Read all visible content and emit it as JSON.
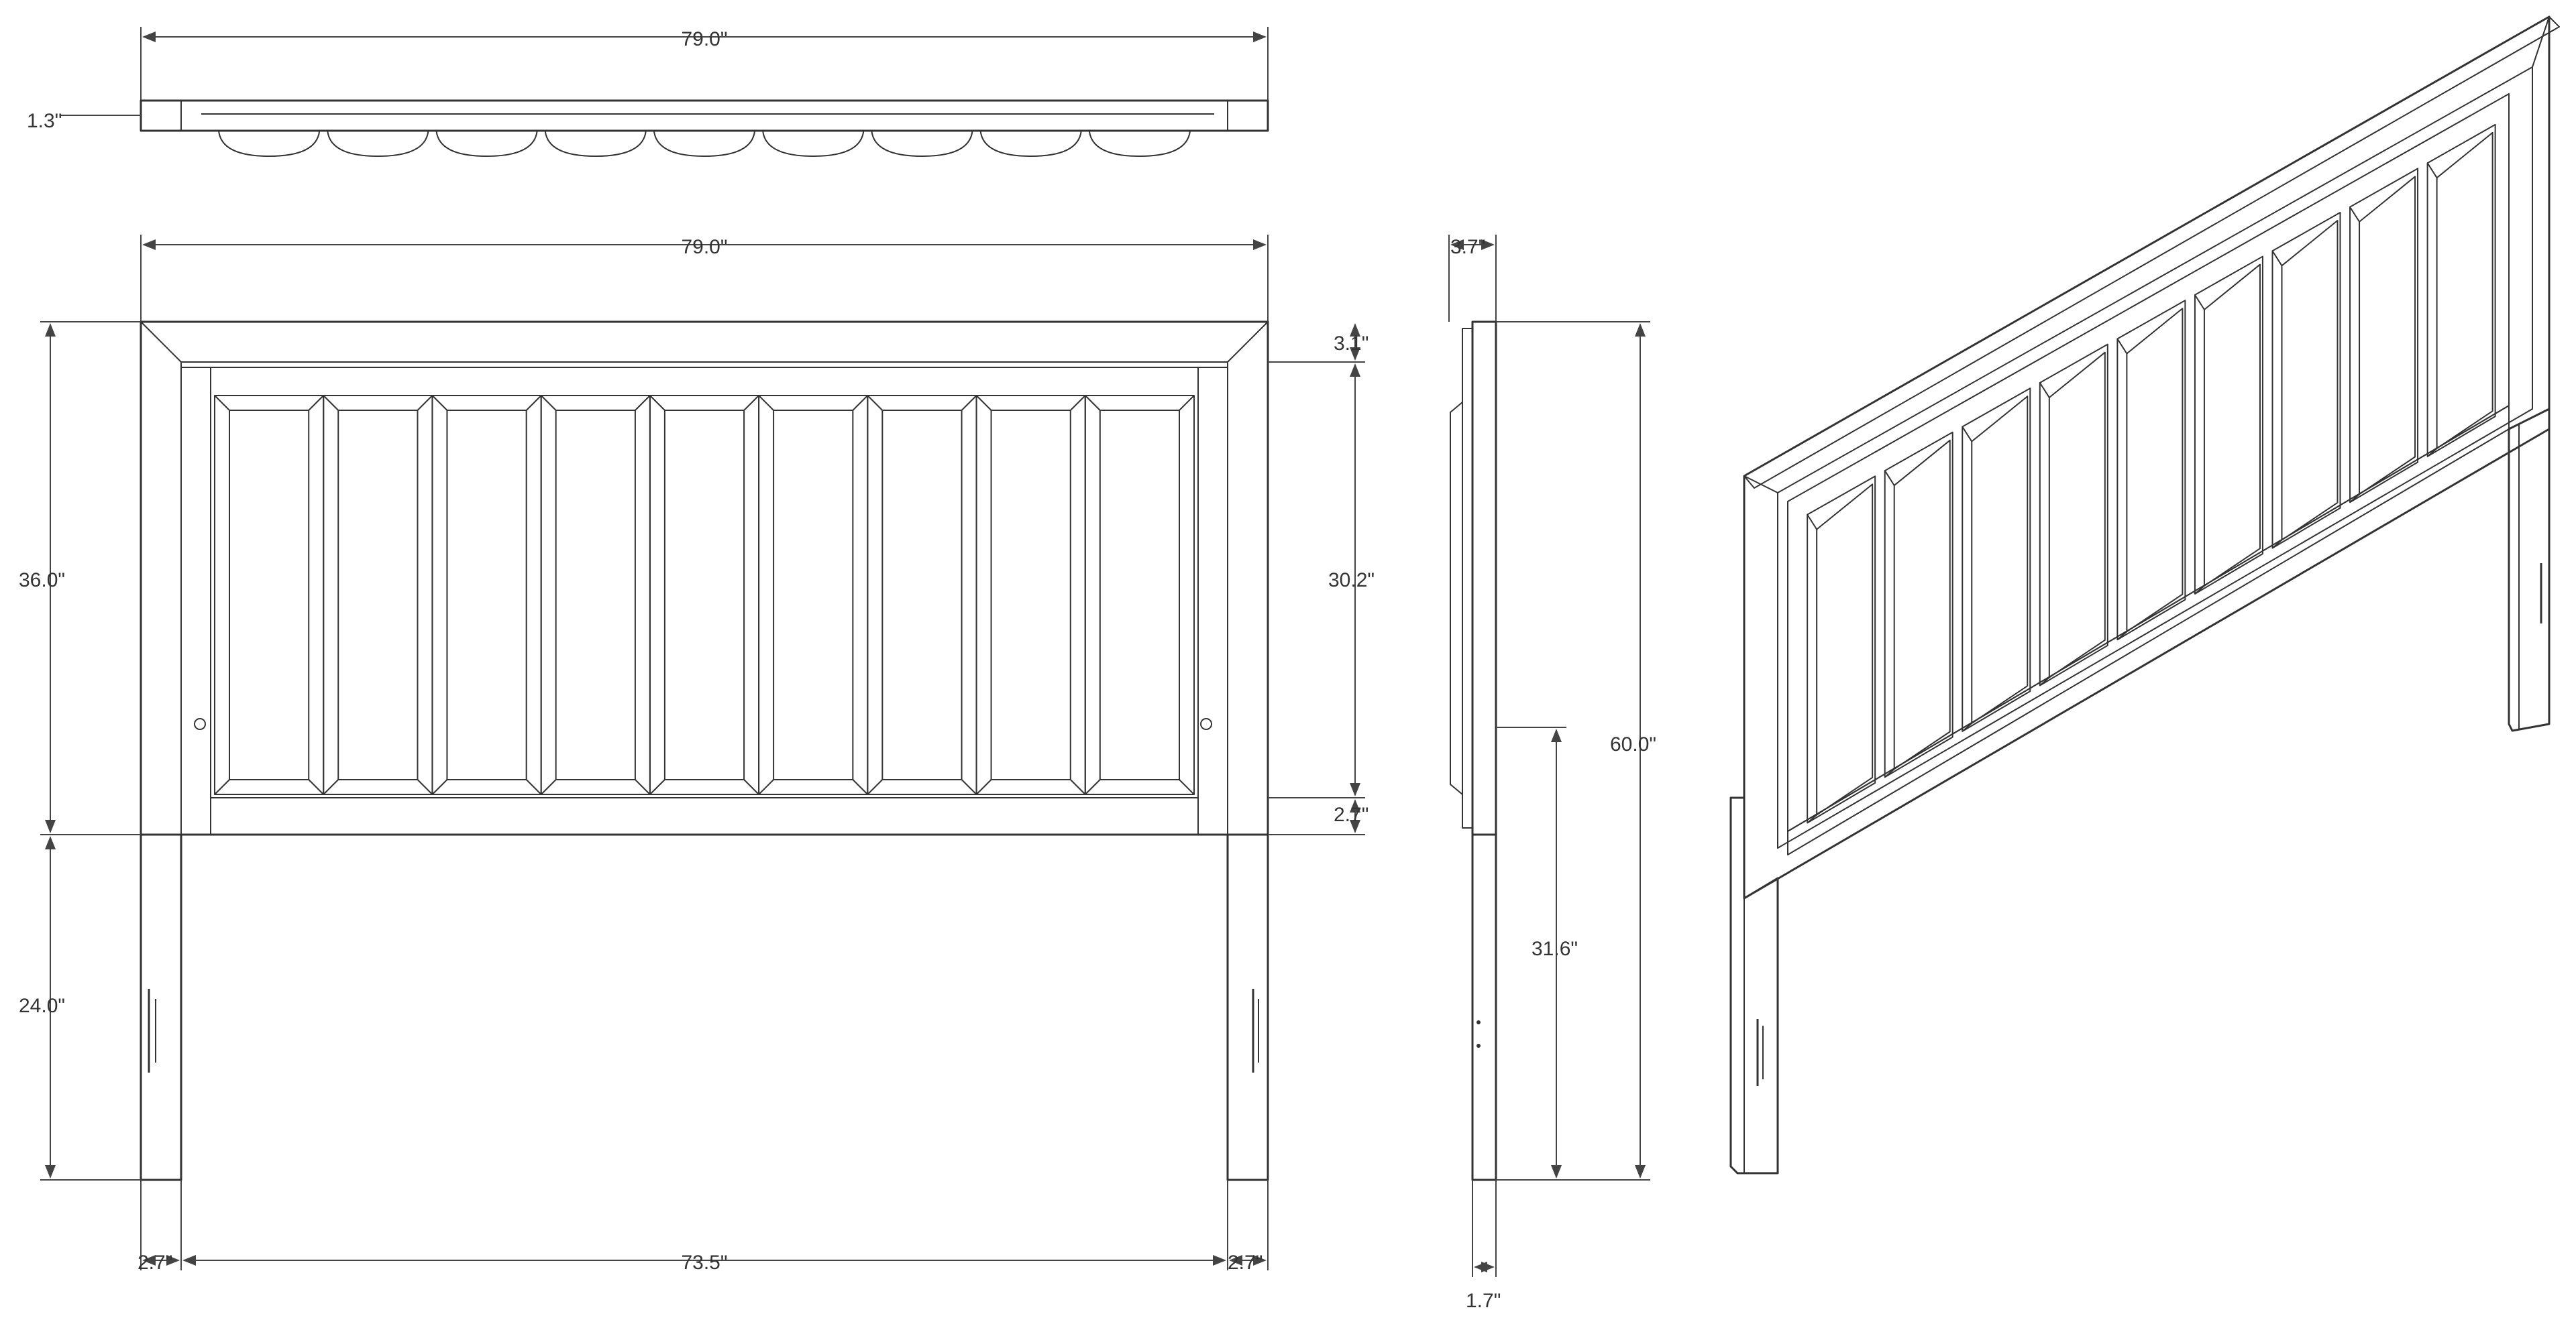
{
  "colors": {
    "line": "#333333",
    "background": "#ffffff"
  },
  "top_view": {
    "width_label": "79.0\"",
    "depth_label": "1.3\""
  },
  "front_view": {
    "overall_width": "79.0\"",
    "headboard_height": "36.0\"",
    "leg_height": "24.0\"",
    "top_rail": "3.1\"",
    "panel_height": "30.2\"",
    "bottom_rail": "2.7\"",
    "left_post": "2.7\"",
    "inner_width": "73.5\"",
    "right_post": "2.7\"",
    "panel_count": "9"
  },
  "side_view": {
    "depth": "3.7\"",
    "total_height": "60.0\"",
    "mount_height": "31.6\"",
    "leg_depth": "1.7\""
  }
}
